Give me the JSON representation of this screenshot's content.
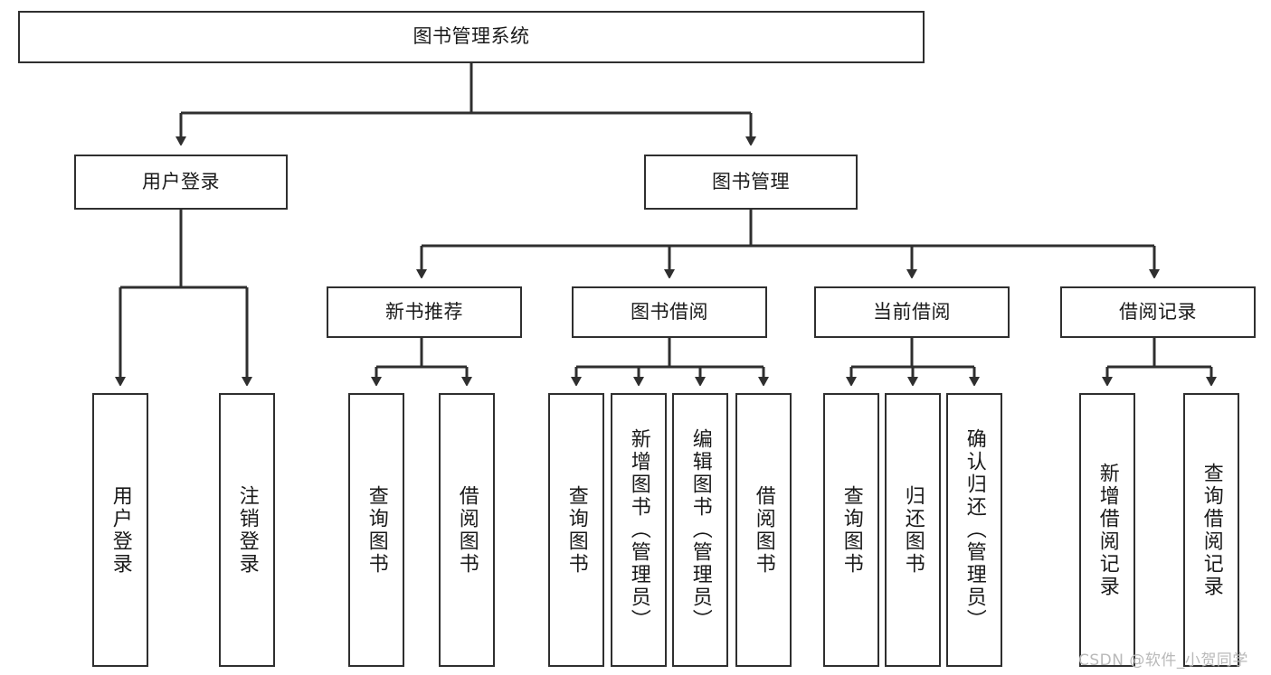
{
  "diagram": {
    "type": "tree-hierarchy-chart",
    "title_text": "图书管理系统",
    "colors": {
      "box_border": "#2f2f2f",
      "box_fill": "#ffffff",
      "connector": "#2f2f2f",
      "text": "#1a1a1a",
      "watermark": "#b9b9b9",
      "background": "#ffffff"
    },
    "nodes": {
      "root": {
        "label": "图书管理系统",
        "level": 1,
        "orientation": "horizontal"
      },
      "user_login": {
        "label": "用户登录",
        "level": 2,
        "orientation": "horizontal"
      },
      "book_manage": {
        "label": "图书管理",
        "level": 2,
        "orientation": "horizontal"
      },
      "new_book_rec": {
        "label": "新书推荐",
        "level": 3,
        "orientation": "horizontal"
      },
      "book_borrow": {
        "label": "图书借阅",
        "level": 3,
        "orientation": "horizontal"
      },
      "current_borrow": {
        "label": "当前借阅",
        "level": 3,
        "orientation": "horizontal"
      },
      "borrow_record": {
        "label": "借阅记录",
        "level": 3,
        "orientation": "horizontal"
      },
      "leaf_user_login": {
        "label": "用户登录",
        "level": 4,
        "orientation": "vertical"
      },
      "leaf_logout": {
        "label": "注销登录",
        "level": 4,
        "orientation": "vertical"
      },
      "leaf_query_book_1": {
        "label": "查询图书",
        "level": 4,
        "orientation": "vertical"
      },
      "leaf_borrow_book_1": {
        "label": "借阅图书",
        "level": 4,
        "orientation": "vertical"
      },
      "leaf_query_book_2": {
        "label": "查询图书",
        "level": 4,
        "orientation": "vertical"
      },
      "leaf_add_book": {
        "label": "新增图书（管理员）",
        "level": 4,
        "orientation": "vertical"
      },
      "leaf_edit_book": {
        "label": "编辑图书（管理员）",
        "level": 4,
        "orientation": "vertical"
      },
      "leaf_borrow_book_2": {
        "label": "借阅图书",
        "level": 4,
        "orientation": "vertical"
      },
      "leaf_query_book_3": {
        "label": "查询图书",
        "level": 4,
        "orientation": "vertical"
      },
      "leaf_return_book": {
        "label": "归还图书",
        "level": 4,
        "orientation": "vertical"
      },
      "leaf_confirm_return": {
        "label": "确认归还（管理员）",
        "level": 4,
        "orientation": "vertical"
      },
      "leaf_add_record": {
        "label": "新增借阅记录",
        "level": 4,
        "orientation": "vertical"
      },
      "leaf_query_record": {
        "label": "查询借阅记录",
        "level": 4,
        "orientation": "vertical"
      }
    },
    "edges": [
      {
        "from": "root",
        "to": "user_login"
      },
      {
        "from": "root",
        "to": "book_manage"
      },
      {
        "from": "user_login",
        "to": "leaf_user_login"
      },
      {
        "from": "user_login",
        "to": "leaf_logout"
      },
      {
        "from": "book_manage",
        "to": "new_book_rec"
      },
      {
        "from": "book_manage",
        "to": "book_borrow"
      },
      {
        "from": "book_manage",
        "to": "current_borrow"
      },
      {
        "from": "book_manage",
        "to": "borrow_record"
      },
      {
        "from": "new_book_rec",
        "to": "leaf_query_book_1"
      },
      {
        "from": "new_book_rec",
        "to": "leaf_borrow_book_1"
      },
      {
        "from": "book_borrow",
        "to": "leaf_query_book_2"
      },
      {
        "from": "book_borrow",
        "to": "leaf_add_book"
      },
      {
        "from": "book_borrow",
        "to": "leaf_edit_book"
      },
      {
        "from": "book_borrow",
        "to": "leaf_borrow_book_2"
      },
      {
        "from": "current_borrow",
        "to": "leaf_query_book_3"
      },
      {
        "from": "current_borrow",
        "to": "leaf_return_book"
      },
      {
        "from": "current_borrow",
        "to": "leaf_confirm_return"
      },
      {
        "from": "borrow_record",
        "to": "leaf_add_record"
      },
      {
        "from": "borrow_record",
        "to": "leaf_query_record"
      }
    ]
  },
  "watermark": {
    "text": "CSDN @软件_小贺同学"
  }
}
